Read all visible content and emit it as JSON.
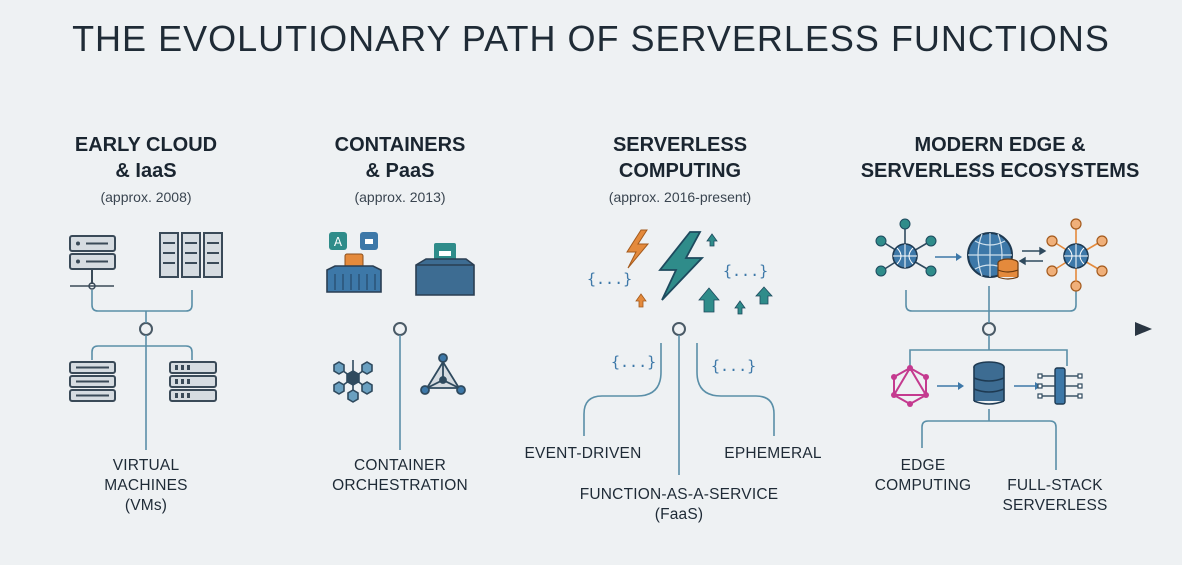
{
  "title": "THE EVOLUTIONARY PATH OF SERVERLESS FUNCTIONS",
  "eras": [
    {
      "title_line1": "EARLY CLOUD",
      "title_line2": "& IaaS",
      "date": "(approx. 2008)"
    },
    {
      "title_line1": "CONTAINERS",
      "title_line2": "& PaaS",
      "date": "(approx. 2013)"
    },
    {
      "title_line1": "SERVERLESS",
      "title_line2": "COMPUTING",
      "date": "(approx. 2016-present)"
    },
    {
      "title_line1": "MODERN EDGE &",
      "title_line2": "SERVERLESS ECOSYSTEMS",
      "date": ""
    }
  ],
  "leaves": {
    "vms": {
      "line1": "VIRTUAL",
      "line2": "MACHINES",
      "line3": "(VMs)"
    },
    "orchestration": {
      "line1": "CONTAINER",
      "line2": "ORCHESTRATION"
    },
    "event_driven": {
      "line1": "EVENT-DRIVEN"
    },
    "faas": {
      "line1": "FUNCTION-AS-A-SERVICE",
      "line2": "(FaaS)"
    },
    "ephemeral": {
      "line1": "EPHEMERAL"
    },
    "edge": {
      "line1": "EDGE",
      "line2": "COMPUTING"
    },
    "fullstack": {
      "line1": "FULL-STACK",
      "line2": "SERVERLESS"
    }
  },
  "icons": {
    "braces_text": "{...}"
  },
  "colors": {
    "timeline": "#2a3642",
    "connector": "#5a8fa8",
    "icon_dark": "#2f4a5e",
    "icon_blue": "#3d78a8",
    "accent_orange": "#e48a3c",
    "accent_teal": "#2f8c8a",
    "accent_magenta": "#c43a8f"
  }
}
